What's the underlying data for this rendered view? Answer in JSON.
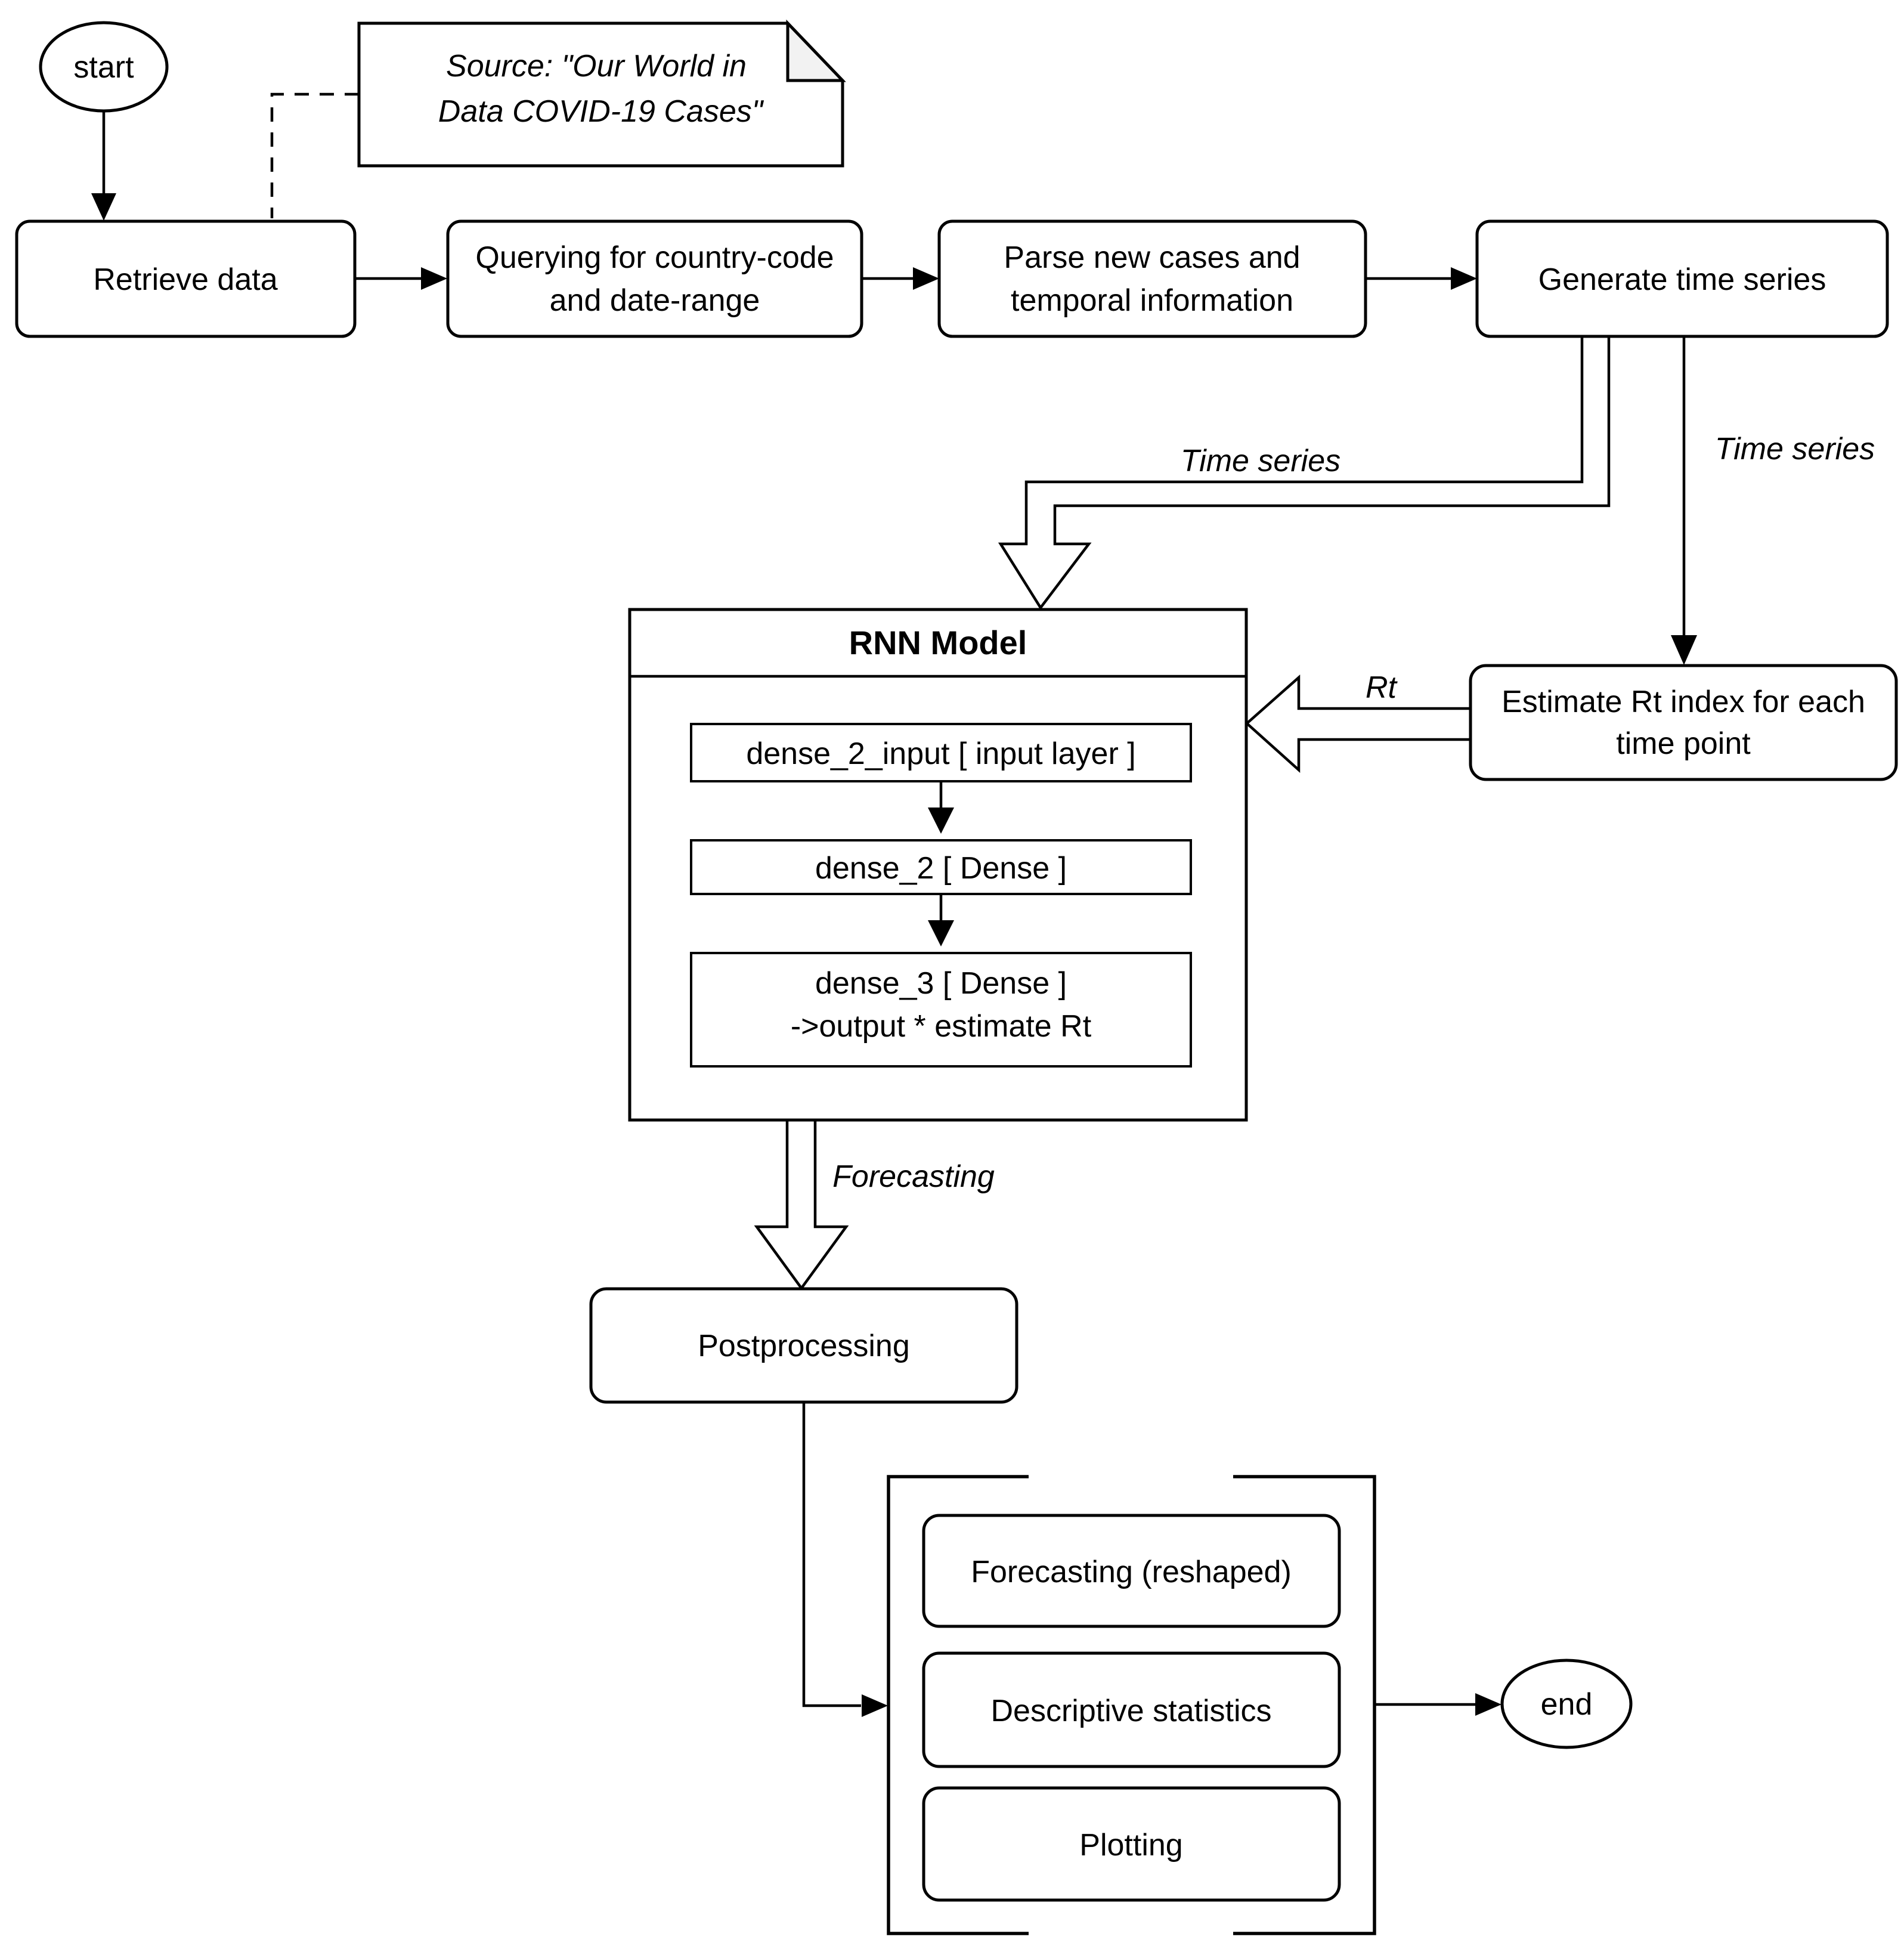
{
  "flowchart": {
    "terminators": {
      "start": "start",
      "end": "end"
    },
    "note": {
      "line1": "Source: \"Our World in",
      "line2": "Data COVID-19 Cases\""
    },
    "nodes": {
      "retrieve": "Retrieve data",
      "querying_line1": "Querying for country-code",
      "querying_line2": "and date-range",
      "parse_line1": "Parse new cases and",
      "parse_line2": "temporal information",
      "generate": "Generate time series",
      "estimate_line1": "Estimate Rt index for each",
      "estimate_line2": "time point",
      "postprocessing": "Postprocessing"
    },
    "rnn": {
      "title": "RNN Model",
      "input_layer": "dense_2_input [ input layer ]",
      "dense2": "dense_2 [ Dense ]",
      "dense3_line1": "dense_3 [ Dense ]",
      "dense3_line2": "->output * estimate Rt"
    },
    "output_group": {
      "items": [
        "Forecasting (reshaped)",
        "Descriptive statistics",
        "Plotting"
      ]
    },
    "edge_labels": {
      "time_series_left": "Time series",
      "time_series_right": "Time series",
      "rt": "Rt",
      "forecasting": "Forecasting"
    },
    "colors": {
      "stroke": "#000000",
      "node_fill": "#ffffff",
      "note_fold_fill": "#f2f2f2",
      "background": "#ffffff"
    }
  }
}
